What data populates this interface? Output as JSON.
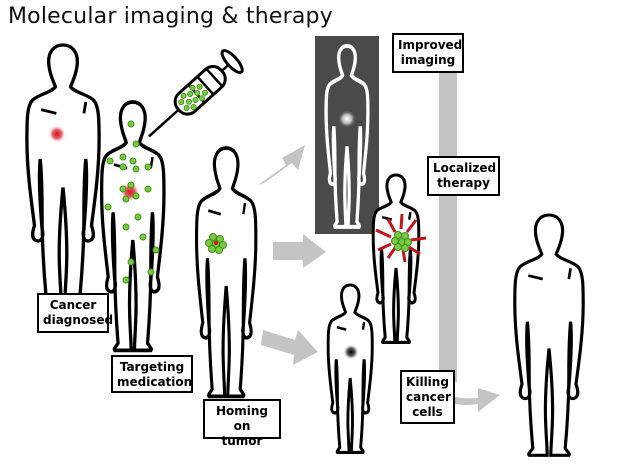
{
  "title": "Molecular imaging & therapy",
  "labels": {
    "cancer_diagnosed": {
      "line1": "Cancer",
      "line2": "diagnosed"
    },
    "targeting_medication": {
      "line1": "Targeting",
      "line2": "medication"
    },
    "homing_on_tumor": {
      "line1": "Homing on",
      "line2": "tumor"
    },
    "improved_imaging": {
      "line1": "Improved",
      "line2": "imaging"
    },
    "localized_therapy": {
      "line1": "Localized",
      "line2": "therapy"
    },
    "killing_cancer_cells": {
      "line1": "Killing",
      "line2": "cancer",
      "line3": "cells"
    }
  },
  "colors": {
    "outline": "#000000",
    "tumor_red": "#d4141c",
    "drug_green": "#7ac943",
    "arrow_gray": "#c4c4c4",
    "scan_bg": "#4a4a4a"
  },
  "icons": [
    "human-silhouette",
    "syringe-icon",
    "tumor-spot",
    "drug-particles",
    "arrow-right",
    "attack-arrows"
  ]
}
